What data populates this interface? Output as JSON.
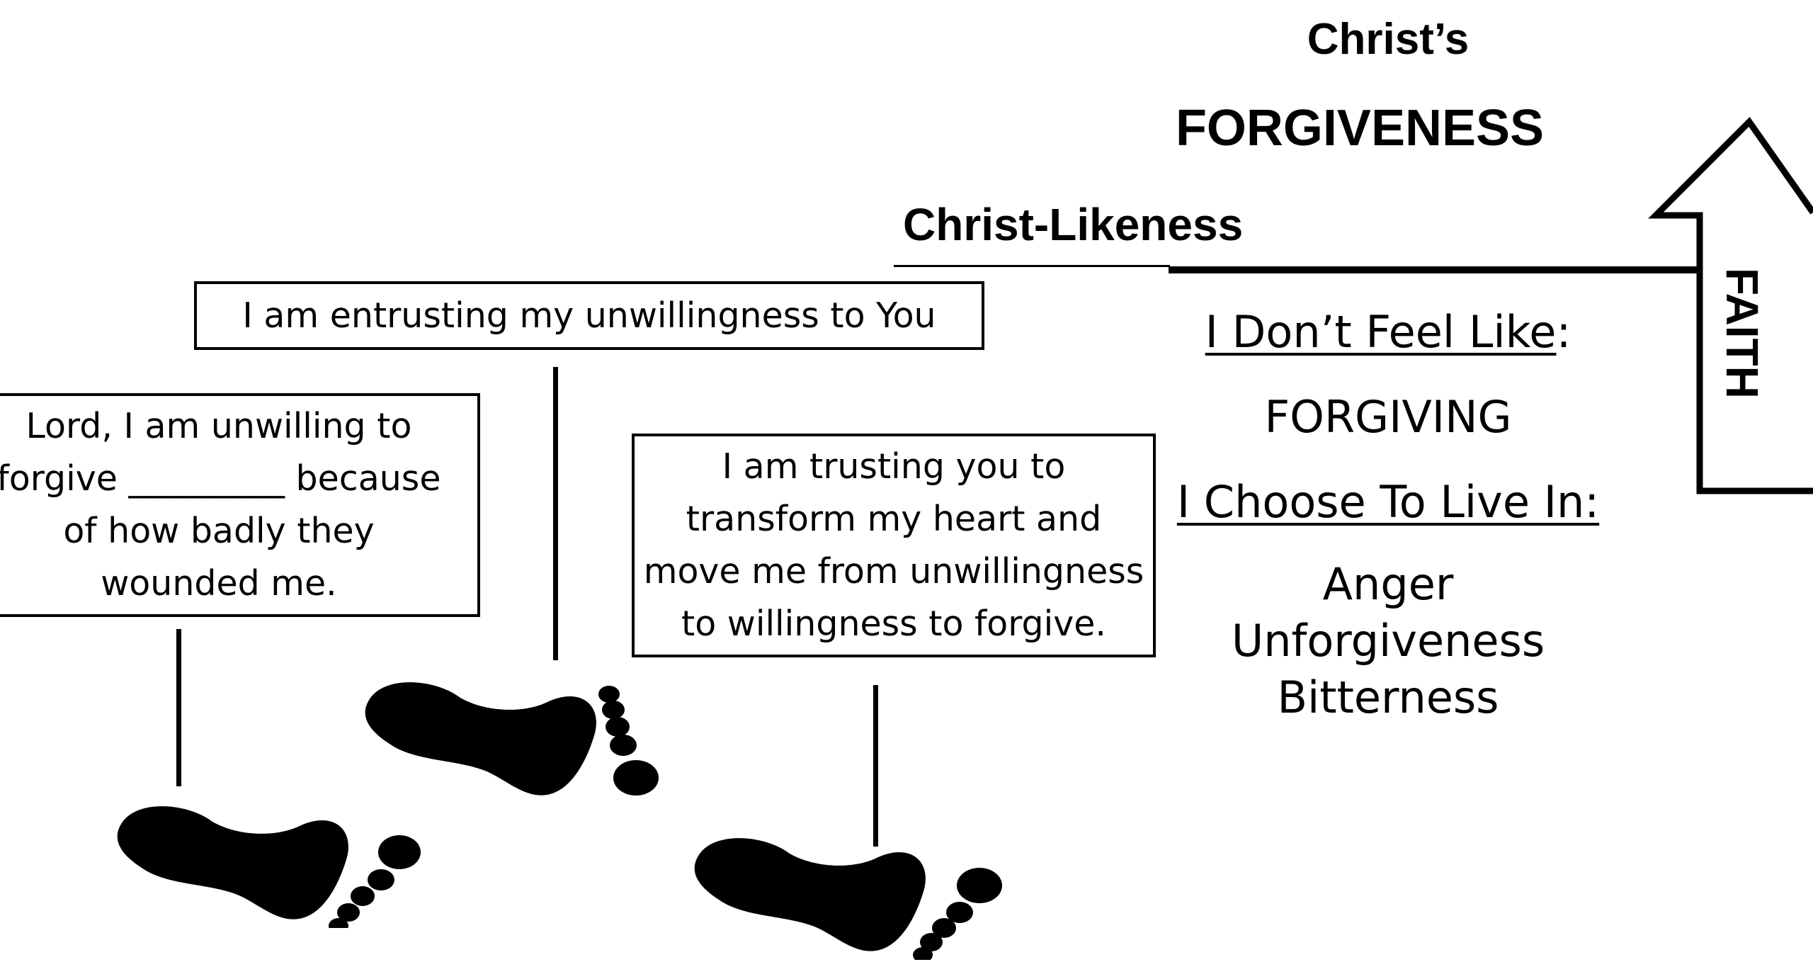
{
  "header": {
    "line1": "Christ’s",
    "line2": "FORGIVENESS"
  },
  "christ_likeness": "Christ-Likeness",
  "arrow": {
    "label": "FAITH"
  },
  "feelings": {
    "dont_feel_like": "I Don’t Feel Like",
    "dont_feel_like_colon": ":",
    "feeling": "FORGIVING",
    "choose_to_live_in": "I Choose To Live In:",
    "emotions": [
      "Anger",
      "Unforgiveness",
      "Bitterness"
    ]
  },
  "steps": {
    "step1": {
      "lines": [
        "Lord, I am unwilling to",
        "forgive _________ because",
        "of how badly they",
        "wounded me."
      ]
    },
    "step2": {
      "text": "I am entrusting my unwillingness to You"
    },
    "step3": {
      "lines": [
        "I am trusting you to",
        "transform my heart and",
        "move me from unwillingness",
        "to willingness to forgive."
      ]
    }
  }
}
